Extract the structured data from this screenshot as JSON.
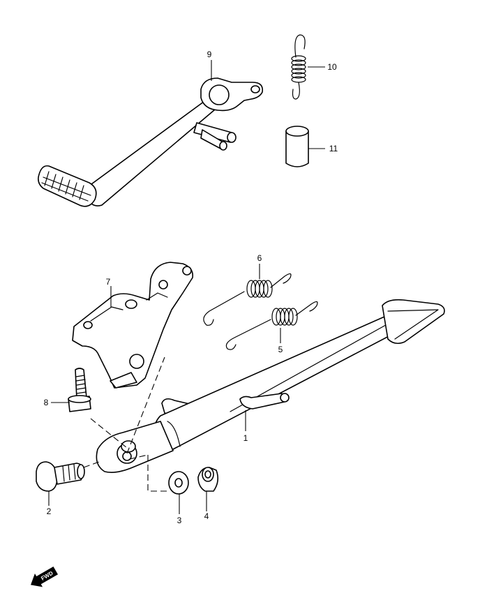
{
  "callouts": {
    "c1": "1",
    "c2": "2",
    "c3": "3",
    "c4": "4",
    "c5": "5",
    "c6": "6",
    "c7": "7",
    "c8": "8",
    "c9": "9",
    "c10": "10",
    "c11": "11"
  },
  "fwd_label": "FWD",
  "colors": {
    "line": "#000000",
    "background": "#ffffff"
  }
}
